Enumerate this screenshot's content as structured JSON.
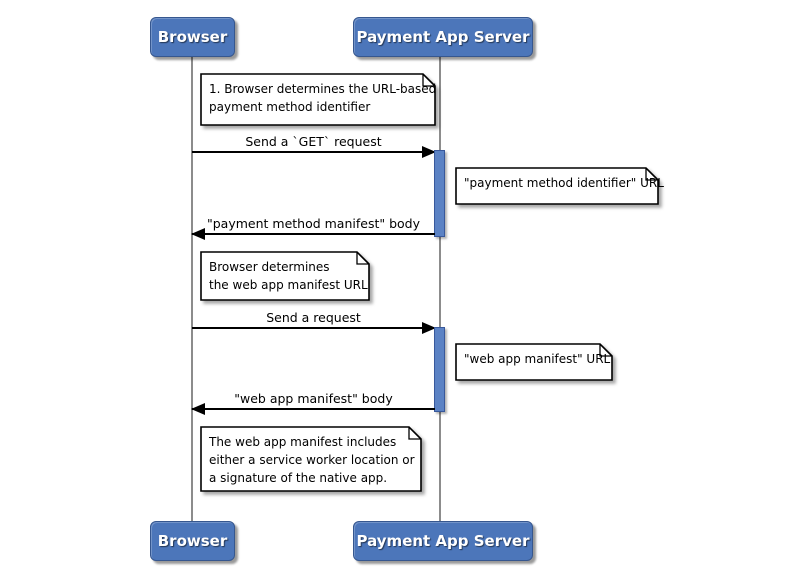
{
  "actors": {
    "browser": "Browser",
    "server": "Payment App Server"
  },
  "messages": {
    "m1": "Send a `GET` request",
    "m2": "\"payment method manifest\" body",
    "m3": "Send a request",
    "m4": "\"web app manifest\" body"
  },
  "notes": {
    "n1": "1. Browser determines the URL-based\npayment method identifier",
    "n2": "\"payment method identifier\" URL",
    "n3": "Browser determines\nthe web app manifest URL",
    "n4": "\"web app manifest\" URL",
    "n5": "The web app manifest includes\neither a service worker location or\na signature of the native app."
  },
  "colors": {
    "actor_fill": "#4C76BA",
    "actor_border": "#36578F",
    "activation_fill": "#5B82C4",
    "activation_border": "#38589B",
    "note_fill": "#FFFFFF",
    "note_border": "#000000",
    "message_line": "#000000",
    "lifeline": "#8C8C8C"
  }
}
